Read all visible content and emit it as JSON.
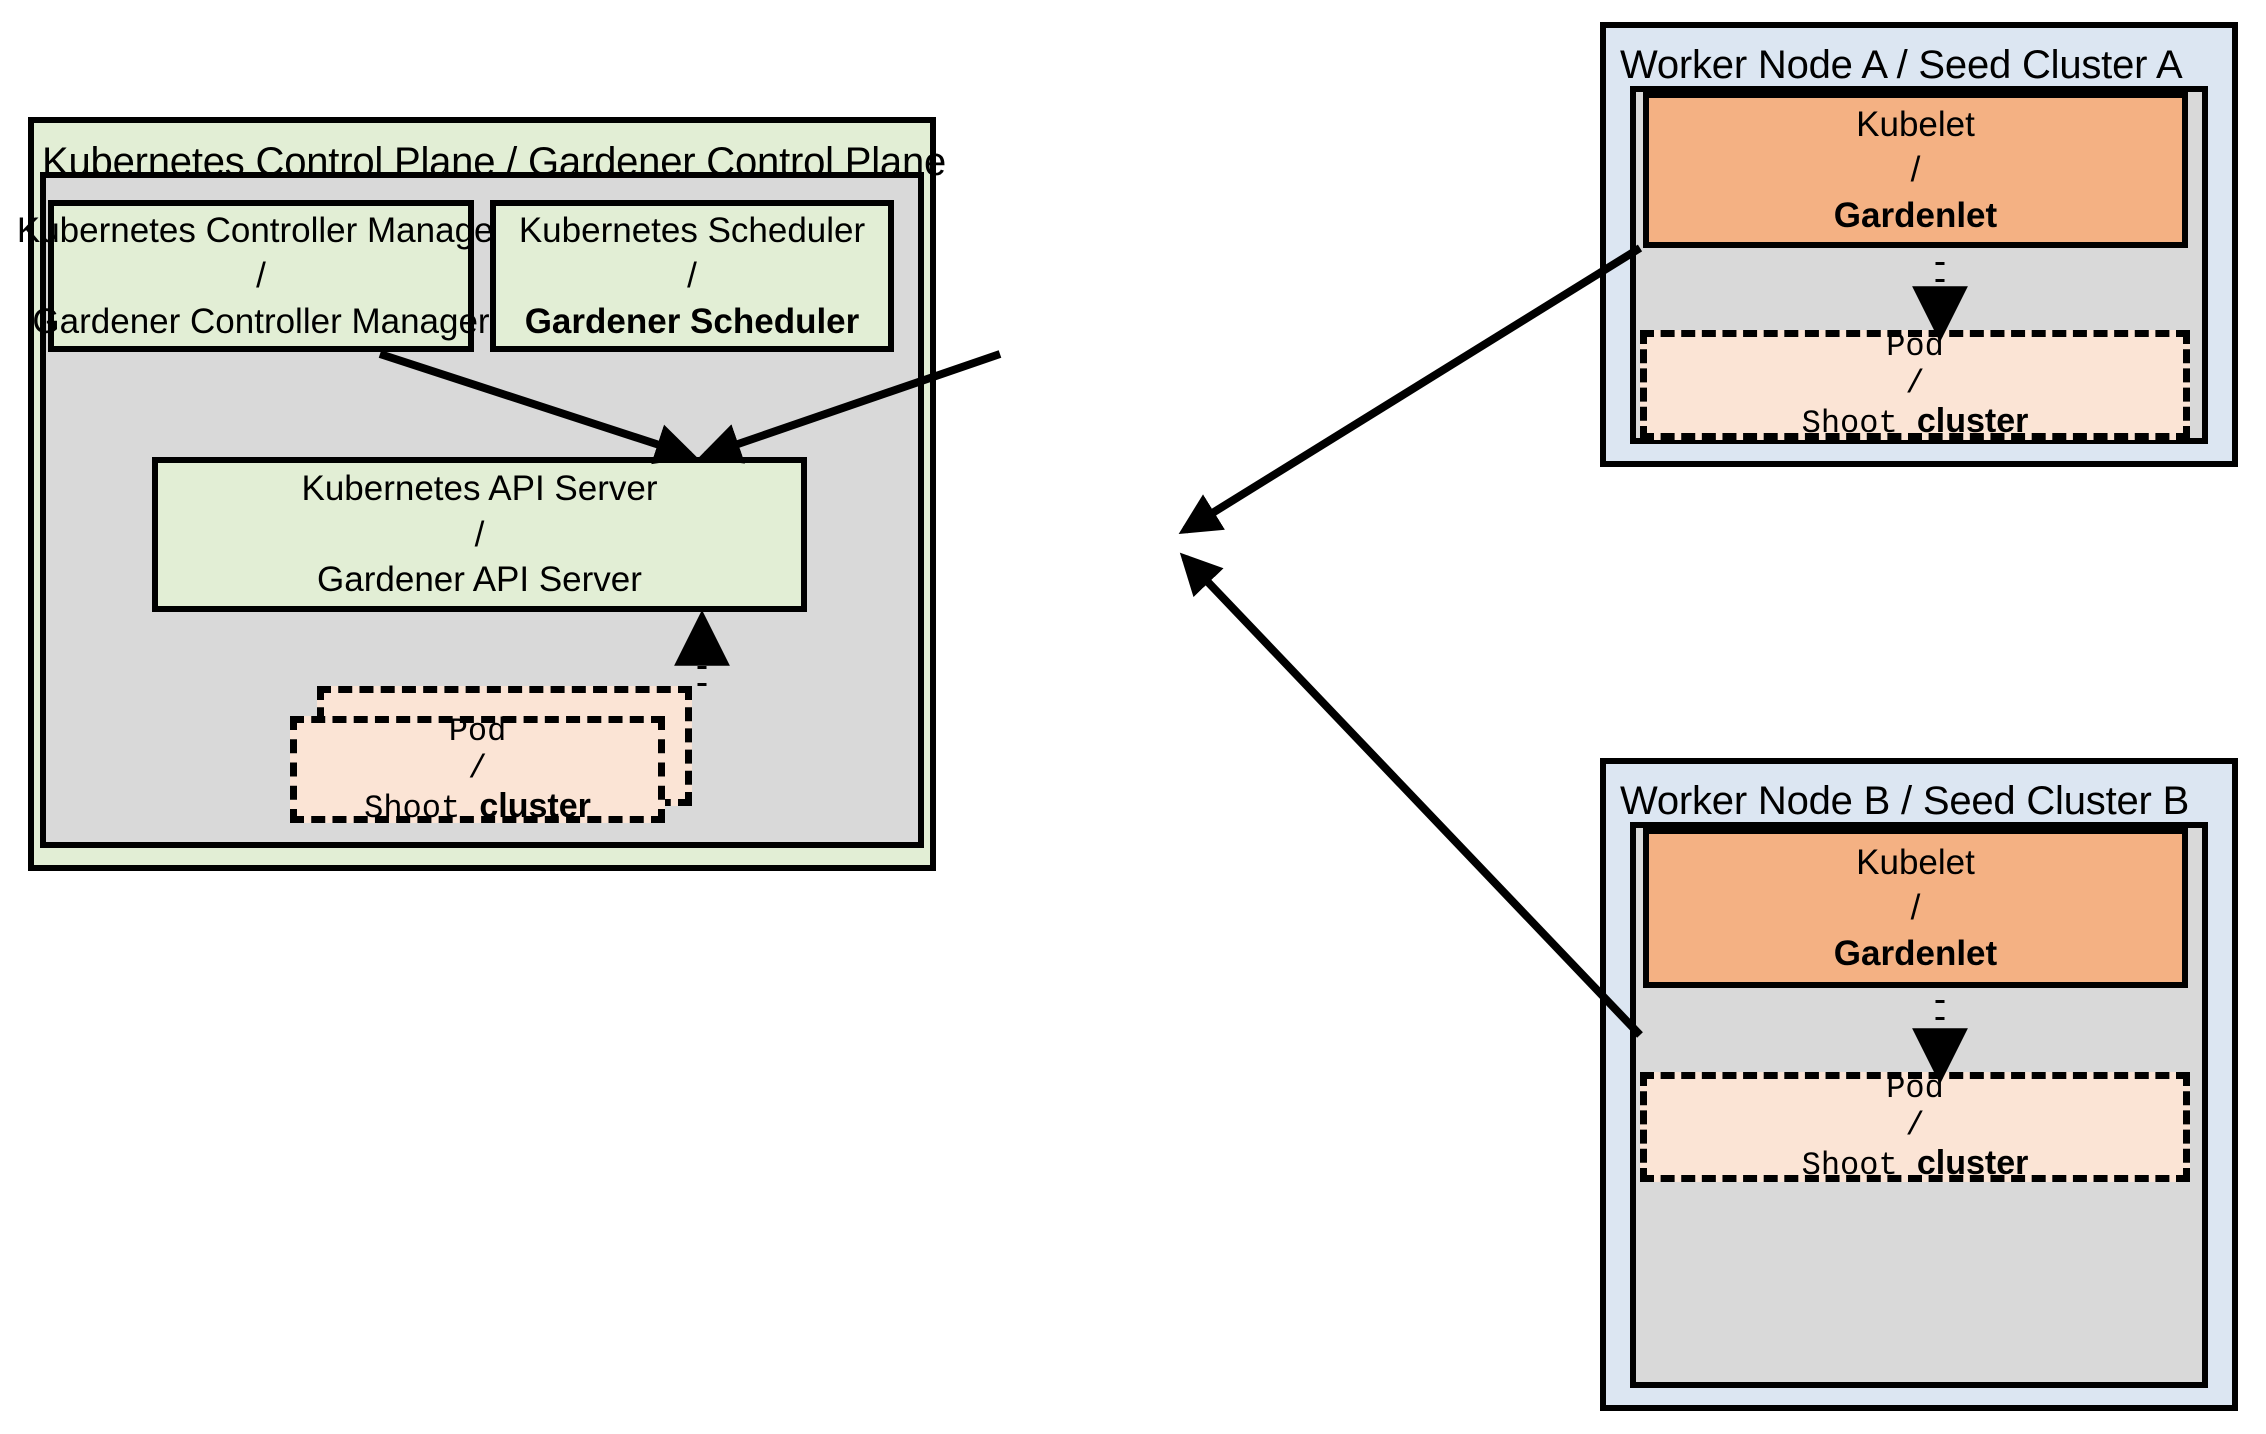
{
  "diagram": {
    "title_not_rendered": "",
    "control_plane_panel": {
      "title": "Kubernetes Control Plane / Gardener Control Plane",
      "controller_manager": {
        "line1": "Kubernetes Controller Manager",
        "separator": "/",
        "line2": "Gardener Controller Manager"
      },
      "scheduler": {
        "line1": "Kubernetes Scheduler",
        "separator": "/",
        "line2": "Gardener Scheduler"
      },
      "api_server": {
        "line1": "Kubernetes API Server",
        "separator": "/",
        "line2": "Gardener API Server"
      },
      "pod": {
        "line1": "Pod",
        "separator": "/",
        "line2_a": "Shoot",
        "line2_b": "cluster"
      }
    },
    "seed_panels": [
      {
        "title": "Worker Node A / Seed Cluster A",
        "kubelet": {
          "line1": "Kubelet",
          "separator": "/",
          "line2": "Gardenlet"
        },
        "pod": {
          "line1": "Pod",
          "separator": "/",
          "line2_a": "Shoot",
          "line2_b": "cluster"
        }
      },
      {
        "title": "Worker Node B / Seed Cluster B",
        "kubelet": {
          "line1": "Kubelet",
          "separator": "/",
          "line2": "Gardenlet"
        },
        "pod": {
          "line1": "Pod",
          "separator": "/",
          "line2_a": "Shoot",
          "line2_b": "cluster"
        }
      }
    ],
    "colors": {
      "green_fill": "#e2eed5",
      "gray_fill": "#d9d9d9",
      "blue_fill": "#dce6f2",
      "orange_fill": "#f4b183",
      "peach_fill": "#fbe4d5",
      "stroke": "#000000"
    },
    "connectors": [
      {
        "name": "controller-manager-to-api-server",
        "style": "solid-arrow"
      },
      {
        "name": "scheduler-to-api-server",
        "style": "solid-arrow"
      },
      {
        "name": "shoot-pod-to-api-server",
        "style": "dotted-arrow"
      },
      {
        "name": "gardenlet-a-to-api-server",
        "style": "solid-arrow"
      },
      {
        "name": "gardenlet-b-to-api-server",
        "style": "solid-arrow"
      },
      {
        "name": "gardenlet-a-to-pod-a",
        "style": "dotted-arrow"
      },
      {
        "name": "gardenlet-b-to-pod-b",
        "style": "dotted-arrow"
      }
    ]
  }
}
